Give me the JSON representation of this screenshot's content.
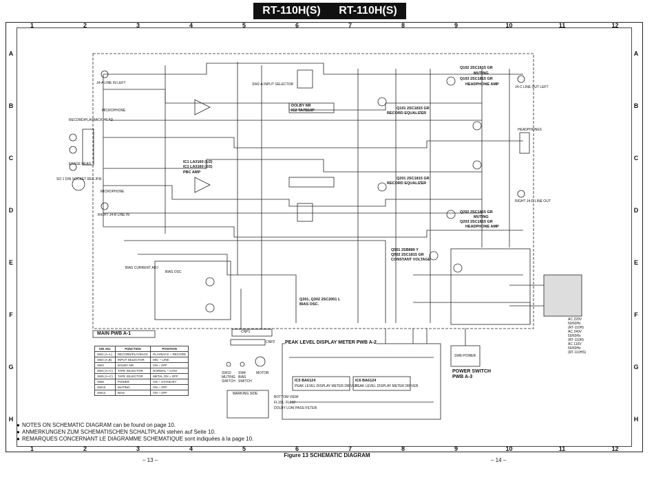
{
  "header": {
    "title_left": "RT-110H(S)",
    "title_right": "RT-110H(S)"
  },
  "grid": {
    "columns": [
      "1",
      "2",
      "3",
      "4",
      "5",
      "6",
      "7",
      "8",
      "9",
      "10",
      "11",
      "12"
    ],
    "rows": [
      "A",
      "B",
      "C",
      "D",
      "E",
      "F",
      "G",
      "H"
    ]
  },
  "blocks": {
    "q102": "Q102  2SC1815 GR",
    "q102_role": "MUTING",
    "q103": "Q103  2SC1815 GR",
    "q103_role": "HEADPHONE AMP",
    "q101": "Q101  2SC1815 GR",
    "q101_role": "RECORD EQUALIZER",
    "q201": "Q201  2SC1815 GR",
    "q201_role": "RECORD EQUALIZER",
    "q202": "Q202  2SC1815 GR",
    "q202_role": "MUTING",
    "q203": "Q203  2SC1815 GR",
    "q203_role": "HEADPHONE AMP",
    "q501": "Q501  2SB880 Y",
    "q502": "Q502  2SC1815 GR",
    "q502_role": "CONSTANT VOLTAGE",
    "q301": "Q301, Q302   2SC2001 L",
    "q301_role": "BIAS OSC.",
    "ic1": "IC1  LA3160 (1/2)",
    "ic1b": "IC1  LA3160 (2/2)",
    "pbc_amp": "PBC AMP",
    "ic2": "IC2  TA7B10P",
    "dolby": "DOLBY NR",
    "headphones": "HEADPHONES",
    "microphone": "MICROPHONE",
    "microphone2": "MICROPHONE",
    "rec_head": "RECORD/PLAYBACK HEAD",
    "erase_head": "ERASE HEAD",
    "din_socket": "SO 1 DIN SOCKET REC./P.B.",
    "line_in_left": "J4-A LINE IN LEFT",
    "line_in_right": "RIGHT J4-B LINE IN",
    "line_out_left": "J4-C LINE OUT LEFT",
    "line_out_right": "RIGHT J4-D LINE OUT",
    "input_selector": "SW2-A INPUT SELECTOR",
    "bias_osc": "BIAS OSC",
    "bias_current": "BIAS CURRENT ADJ",
    "ac_lines": [
      "AC 220V",
      "50/60Hz",
      "(RT-110H)",
      "AC 240V",
      "50/60Hz",
      "(RT-110H)",
      "AC 110V",
      "50/60Hz",
      "(RT-110HS)"
    ],
    "main_pwb": "MAIN PWB  A-1",
    "peak_pwb": "PEAK LEVEL DISPLAY METER PWB  A-2",
    "power_switch": "POWER SWITCH",
    "power_pwb": "PWB  A-3",
    "sw8_power": "SW8 POWER",
    "ic5": "IC5  BA6124",
    "ic5_role": "PEAK LEVEL DISPLAY METER DRIVER",
    "ic6": "IC6  BA6124",
    "ic6_role": "PEAK LEVEL DISPLAY METER DRIVER",
    "sw10": "SW10 MUTING SWITCH",
    "sw4": "SW4 BIAS SWITCH",
    "motor": "MOTOR",
    "marking_side": "MARKING SIDE",
    "bottom_view": "BOTTOM VIEW",
    "fl101": "FL101, FL102",
    "dolby_filter": "DOLBY LOW PASS FILTER",
    "cnp2": "CNP2",
    "cnp1": "CNP1"
  },
  "function_table": {
    "headers": [
      "SW. NO.",
      "FUNCTION",
      "POSITION"
    ],
    "rows": [
      [
        "SW1 (A~L)",
        "RECORD/PLAYBACK",
        "PLAYBACK ~ RECORD"
      ],
      [
        "SW2 (A,B)",
        "INPUT SELECTOR",
        "MIC ~ LINE"
      ],
      [
        "SW3",
        "DOLBY NR",
        "ON ~ OFF"
      ],
      [
        "SW4 (A~C)",
        "TAPE SELECTOR",
        "NORMAL ~ CrO2"
      ],
      [
        "SW5 (A~C)",
        "TAPE SELECTOR",
        "METAL ON ~ OFF"
      ],
      [
        "SW8",
        "POWER",
        "ON ~ STAND-BY"
      ],
      [
        "SW10",
        "MUTING",
        "ON ~ OFF"
      ],
      [
        "SW12",
        "BIAS",
        "ON ~ OFF"
      ]
    ]
  },
  "notes": [
    "NOTES ON SCHEMATIC DIAGRAM can be found on page 10.",
    "ANMERKUNGEN ZUM SCHEMATISCHEN SCHALTPLAN stehen auf Seite 10.",
    "REMARQUES CONCERNANT LE DIAGRAMME SCHEMATIQUE sont indiquées à la page 10."
  ],
  "caption": "Figure 13  SCHEMATIC  DIAGRAM",
  "page_left": "– 13 –",
  "page_right": "– 14 –"
}
